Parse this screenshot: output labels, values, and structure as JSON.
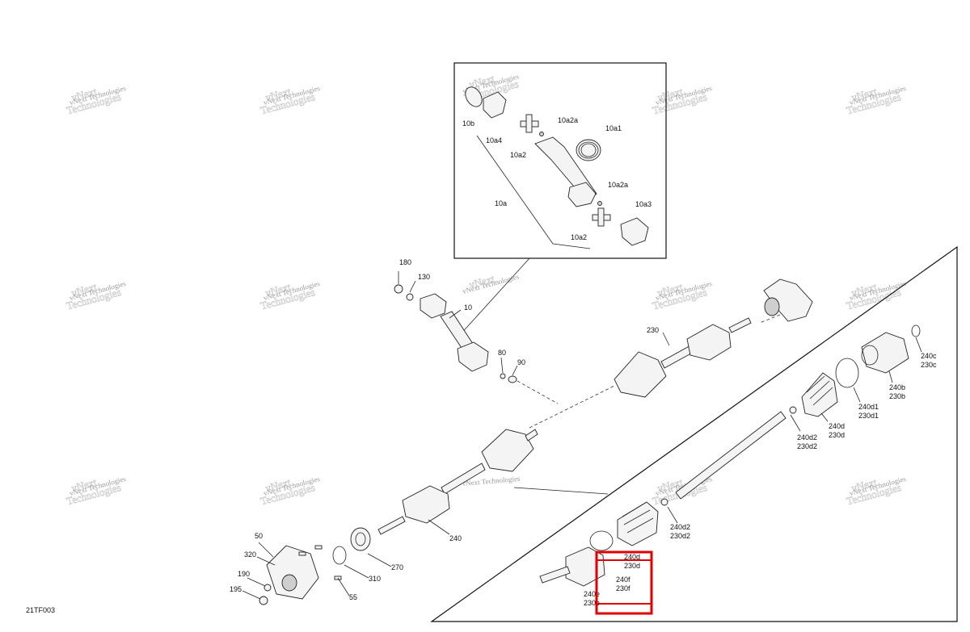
{
  "diagram_code": "21TF003",
  "watermark": {
    "line1": "vNext",
    "line2": "Technologies",
    "small": "vNext Technologies"
  },
  "callouts": {
    "c10b": "10b",
    "c10a4": "10a4",
    "c10a2_top": "10a2",
    "c10a2a_top": "10a2a",
    "c10a1": "10a1",
    "c10a": "10a",
    "c10a2a_bottom": "10a2a",
    "c10a3": "10a3",
    "c10a2_bottom": "10a2",
    "c180": "180",
    "c130": "130",
    "c10": "10",
    "c80": "80",
    "c90": "90",
    "c230": "230",
    "c240c": "240c",
    "c230c": "230c",
    "c240b": "240b",
    "c230b": "230b",
    "c240d1": "240d1",
    "c230d1": "230d1",
    "c240d_upper": "240d",
    "c230d_upper": "230d",
    "c240d2_upper": "240d2",
    "c230d2_upper": "230d2",
    "c240d2_lower": "240d2",
    "c230d2_lower": "230d2",
    "c240d_lower": "240d",
    "c230d_lower": "230d",
    "c240f": "240f",
    "c230f": "230f",
    "c240e": "240e",
    "c230e": "230e",
    "c240": "240",
    "c270": "270",
    "c310": "310",
    "c55": "55",
    "c50": "50",
    "c320": "320",
    "c190": "190",
    "c195": "195"
  },
  "colors": {
    "highlight": "#e00000",
    "ink": "#222222",
    "watermark": "#9a9a9a"
  }
}
